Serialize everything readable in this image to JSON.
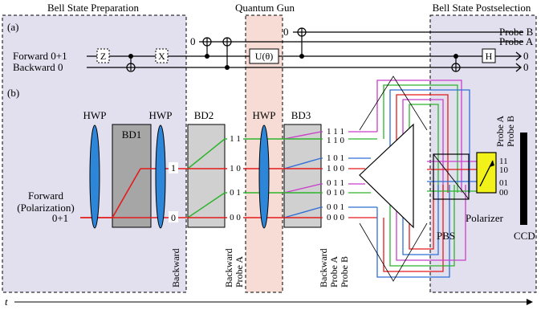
{
  "titles": {
    "prep": "Bell State Preparation",
    "gun": "Quantum Gun",
    "post": "Bell State Postselection"
  },
  "panel_a": {
    "label": "(a)",
    "forward": "Forward  0+1",
    "backward": "Backward  0",
    "probe_b_init": "0",
    "probe_a_init": "0",
    "gate_z": "Z",
    "gate_x": "X",
    "gate_u": "U(θ)",
    "gate_h": "H",
    "out_probe_b": "Probe B",
    "out_probe_a": "Probe A",
    "out_forward": "0",
    "out_backward": "0"
  },
  "panel_b": {
    "label": "(b)",
    "hwp1": "HWP",
    "hwp2": "HWP",
    "hwp3": "HWP",
    "bd1": "BD1",
    "bd2": "BD2",
    "bd3": "BD3",
    "forward_line1": "Forward",
    "forward_line2": "(Polarization)",
    "input_state": "0+1",
    "bd1_out_1": "1",
    "bd1_out_0": "0",
    "bd2_out": [
      "1 1",
      "1 0",
      "0 1",
      "0 0"
    ],
    "bd3_out": [
      "1 1 1",
      "1 1 0",
      "1 0 1",
      "1 0 0",
      "0 1 1",
      "0 1 0",
      "0 0 1",
      "0 0 0"
    ],
    "vert_backward": "Backward",
    "vert_probe_a": "Probe A",
    "vert_probe_b": "Probe B",
    "pbs": "PBS",
    "polarizer": "Polarizer",
    "ccd": "CCD",
    "post_out": [
      "11",
      "10",
      "01",
      "00"
    ],
    "post_probe_a": "Probe A",
    "post_probe_b": "Probe B"
  },
  "time_axis": "t",
  "colors": {
    "prep_bg": "#e2e0ef",
    "gun_bg": "#f7dcd5",
    "post_bg": "#e2e0ef",
    "optic_blue": "#2d86d8",
    "bd_gray": "#cfcfcf",
    "bd1_gray": "#a6a6a6",
    "polarizer_yellow": "#f2f21a",
    "beam_red": "#e31b1b",
    "beam_green": "#2cb52c",
    "beam_blue": "#2f6fd6",
    "beam_magenta": "#c93fc9"
  }
}
